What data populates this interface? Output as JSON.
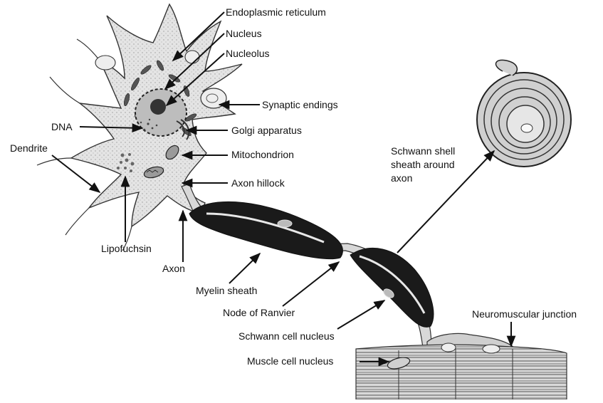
{
  "labels": {
    "endoplasmic_reticulum": "Endoplasmic reticulum",
    "nucleus": "Nucleus",
    "nucleolus": "Nucleolus",
    "synaptic_endings": "Synaptic endings",
    "dna": "DNA",
    "golgi_apparatus": "Golgi apparatus",
    "dendrite": "Dendrite",
    "mitochondrion": "Mitochondrion",
    "schwann_sheath_line1": "Schwann shell",
    "schwann_sheath_line2": "sheath around",
    "schwann_sheath_line3": "axon",
    "axon_hillock": "Axon hillock",
    "lipofuchsin": "Lipofuchsin",
    "axon": "Axon",
    "myelin_sheath": "Myelin sheath",
    "node_of_ranvier": "Node of Ranvier",
    "neuromuscular_junction": "Neuromuscular junction",
    "schwann_cell_nucleus": "Schwann cell nucleus",
    "muscle_cell_nucleus": "Muscle cell nucleus"
  }
}
